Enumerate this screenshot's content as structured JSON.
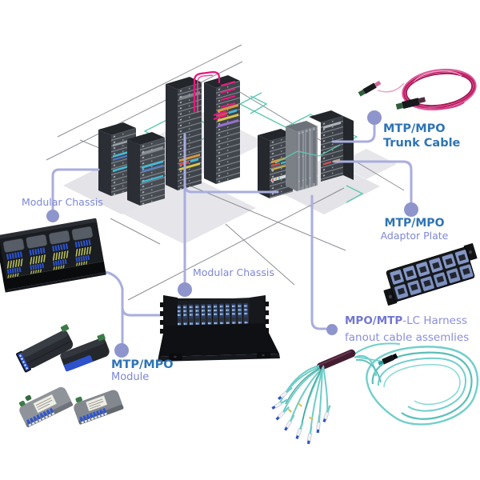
{
  "labels": {
    "left_chassis": "Modular Chassis",
    "center_chassis": "Modular Chassis",
    "trunk": {
      "line1": "MTP/MPO",
      "line2": "Trunk Cable"
    },
    "adaptor": {
      "line1": "MTP/MPO",
      "line2": "Adaptor Plate"
    },
    "module": {
      "line1": "MTP/MPO",
      "line2": "Module"
    },
    "harness": {
      "line1_bold": "MPO/MTP",
      "line1_rest": "-LC Harness",
      "line2": "fanout cable assemlies"
    }
  },
  "colors": {
    "label_blue": "#2e74b5",
    "label_periwinkle": "#7d87d8",
    "harness_label_purple": "#7276d1",
    "connector_line": "#a9aedd",
    "node_dot": "#8e95cc",
    "trunk_cable_pink": "#c6175f",
    "rack_link_pink": "#e8187d",
    "floor_path_teal": "#5ec7ae",
    "harness_cable_aqua": "#72cfcb",
    "platform_gray": "#e3e3e8"
  }
}
